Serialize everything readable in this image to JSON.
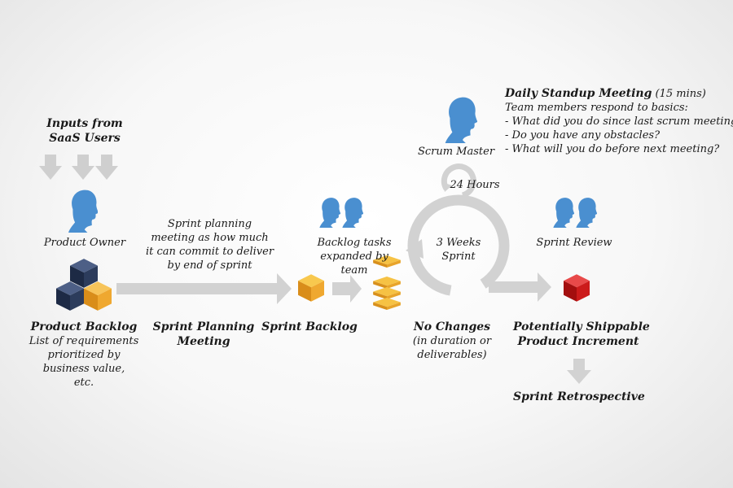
{
  "inputs": {
    "line1": "Inputs from",
    "line2": "SaaS Users"
  },
  "product_owner": {
    "label": "Product Owner"
  },
  "product_backlog": {
    "title": "Product Backlog",
    "desc": [
      "List of requirements",
      "prioritized by",
      "business value,",
      "etc."
    ]
  },
  "sprint_planning": {
    "desc": [
      "Sprint planning",
      "meeting as how much",
      "it can commit to deliver",
      "by end of sprint"
    ],
    "title": [
      "Sprint Planning",
      "Meeting"
    ]
  },
  "sprint_backlog": {
    "title": "Sprint Backlog"
  },
  "backlog_tasks": {
    "desc": [
      "Backlog tasks",
      "expanded by",
      "team"
    ]
  },
  "scrum_master": {
    "label": "Scrum Master"
  },
  "cycle": {
    "hours": "24 Hours",
    "weeks": [
      "3 Weeks",
      "Sprint"
    ]
  },
  "standup": {
    "title": "Daily Standup Meeting",
    "duration": "(15 mins)",
    "lines": [
      "Team members respond to basics:",
      "- What did you do since last scrum meeting?",
      "- Do you have any obstacles?",
      "- What will you do before next meeting?"
    ]
  },
  "no_changes": {
    "title": "No Changes",
    "desc": [
      "(in duration or",
      "deliverables)"
    ]
  },
  "sprint_review": {
    "label": "Sprint Review"
  },
  "increment": {
    "title": [
      "Potentially Shippable",
      "Product Increment"
    ]
  },
  "retrospective": {
    "title": "Sprint Retrospective"
  },
  "colors": {
    "head_blue": "#4a8fd0",
    "arrow_gray": "#cfcfcf",
    "cube_navy": "#2c3c5c",
    "cube_orange": "#f0a830",
    "cube_red": "#cc1b1b"
  }
}
